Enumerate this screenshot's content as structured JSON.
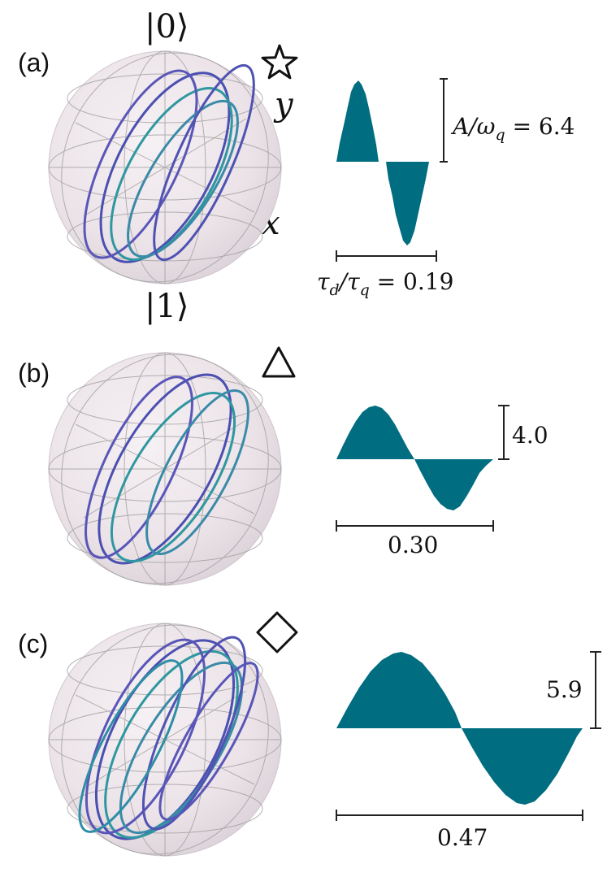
{
  "panels": [
    {
      "label": "(a)",
      "marker": "star-icon",
      "state_top": "|0⟩",
      "state_bottom": "|1⟩",
      "axis_y": "y",
      "axis_x": "x",
      "amplitude_expr": "A/ω",
      "amplitude_sub": "q",
      "amplitude_value": " = 6.4",
      "duration_expr_tau1": "τ",
      "duration_sub1": "d",
      "duration_slash": "/τ",
      "duration_sub2": "q",
      "duration_value": " = 0.19"
    },
    {
      "label": "(b)",
      "marker": "triangle-icon",
      "amplitude_value": "4.0",
      "duration_value": "0.30"
    },
    {
      "label": "(c)",
      "marker": "diamond-icon",
      "amplitude_value": "5.9",
      "duration_value": "0.47"
    }
  ],
  "colors": {
    "pulse_fill": "#006d80",
    "trajectory_blue": "#4a4fb0",
    "trajectory_teal": "#2e97a0",
    "sphere": "#ece4ea"
  }
}
